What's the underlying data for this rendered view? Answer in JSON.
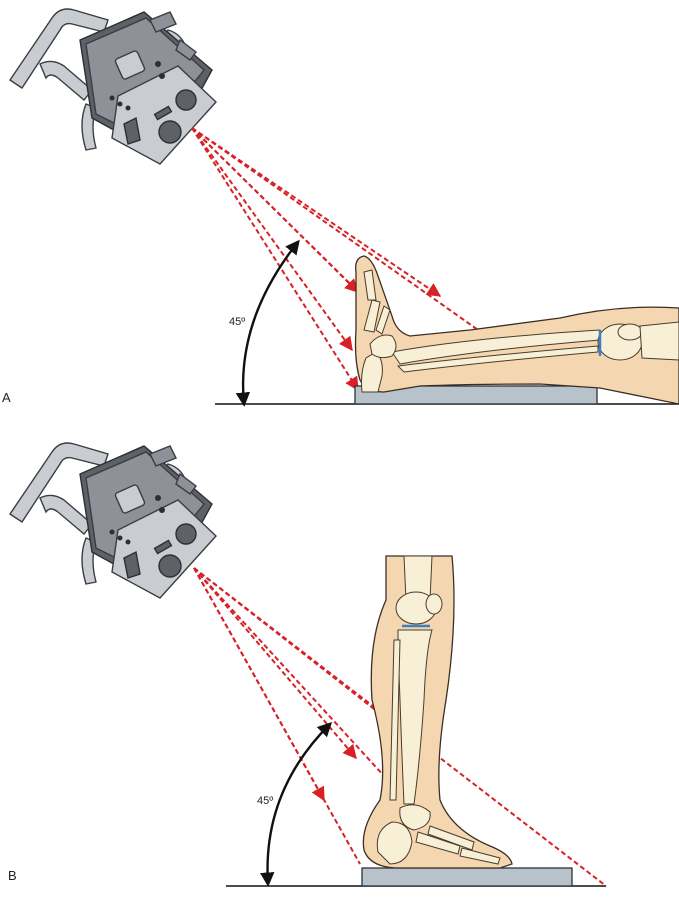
{
  "panels": [
    {
      "letter": "A",
      "angle_label": "45º",
      "view": "lateral-leg-supine"
    },
    {
      "letter": "B",
      "angle_label": "45º",
      "view": "lateral-leg-standing"
    }
  ],
  "colors": {
    "beam": "#d82126",
    "skin": "#f4d7b0",
    "bone": "#f8efd7",
    "support_block": "#b7c2cb",
    "tube": "#8e9298"
  }
}
